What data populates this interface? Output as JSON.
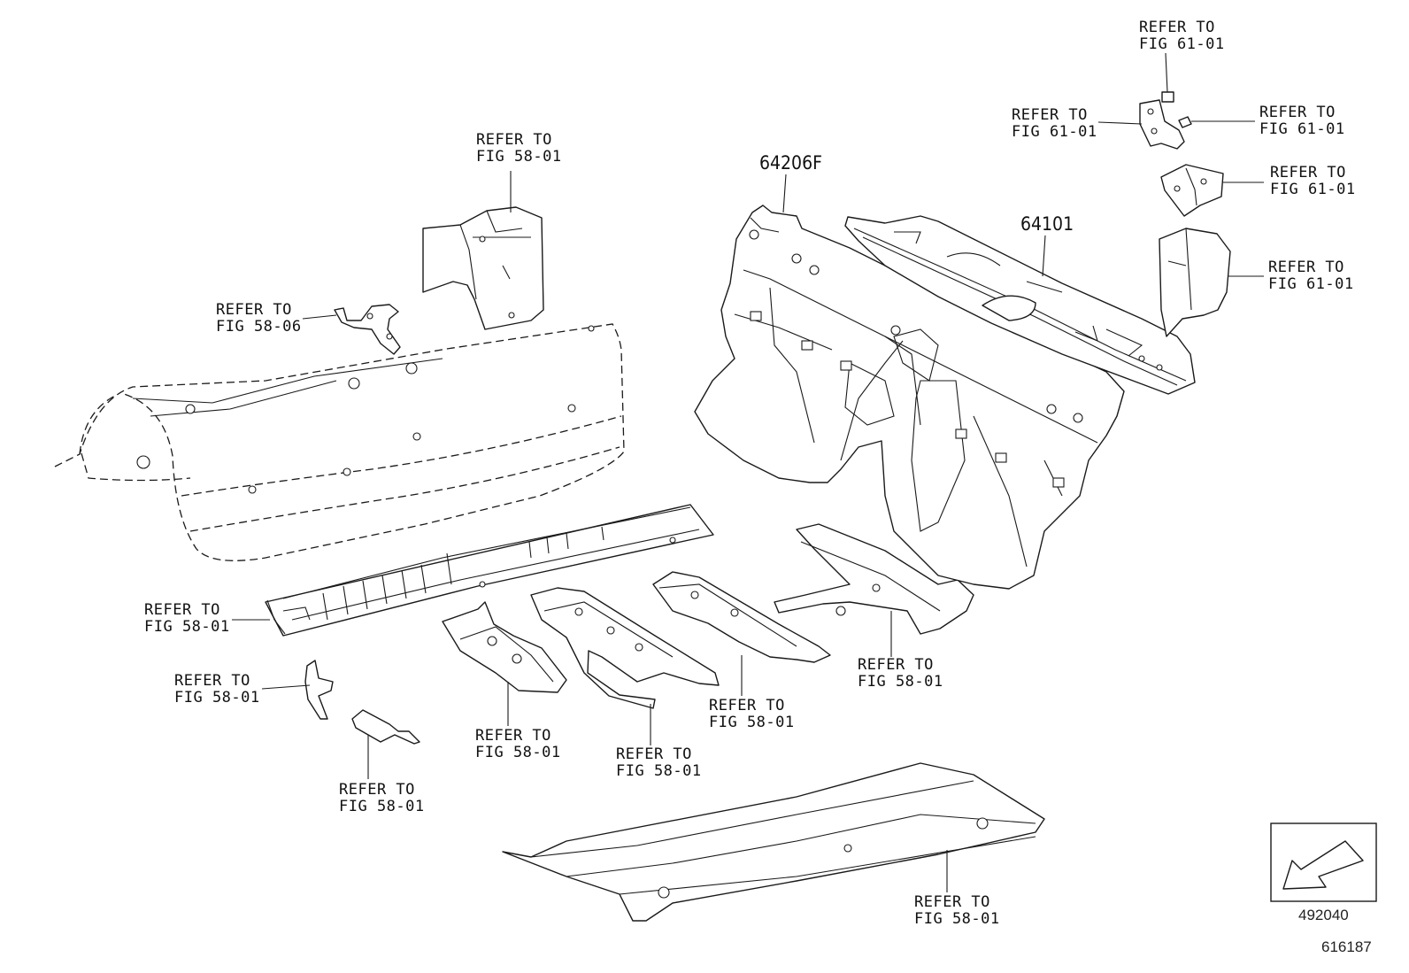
{
  "part_numbers": {
    "p64206F": "64206F",
    "p64101": "64101"
  },
  "refs": {
    "r61_top": {
      "line1": "REFER TO",
      "line2": "FIG 61-01"
    },
    "r61_left": {
      "line1": "REFER TO",
      "line2": "FIG 61-01"
    },
    "r61_right": {
      "line1": "REFER TO",
      "line2": "FIG 61-01"
    },
    "r61_mid": {
      "line1": "REFER TO",
      "line2": "FIG 61-01"
    },
    "r61_low": {
      "line1": "REFER TO",
      "line2": "FIG 61-01"
    },
    "r58_top": {
      "line1": "REFER TO",
      "line2": "FIG 58-01"
    },
    "r58_06": {
      "line1": "REFER TO",
      "line2": "FIG 58-06"
    },
    "r58_sill": {
      "line1": "REFER TO",
      "line2": "FIG 58-01"
    },
    "r58_small": {
      "line1": "REFER TO",
      "line2": "FIG 58-01"
    },
    "r58_bracket": {
      "line1": "REFER TO",
      "line2": "FIG 58-01"
    },
    "r58_member1": {
      "line1": "REFER TO",
      "line2": "FIG 58-01"
    },
    "r58_member2": {
      "line1": "REFER TO",
      "line2": "FIG 58-01"
    },
    "r58_member3": {
      "line1": "REFER TO",
      "line2": "FIG 58-01"
    },
    "r58_right": {
      "line1": "REFER TO",
      "line2": "FIG 58-01"
    },
    "r58_floor": {
      "line1": "REFER TO",
      "line2": "FIG 58-01"
    }
  },
  "codes": {
    "illustration": "492040",
    "figure": "616187"
  }
}
